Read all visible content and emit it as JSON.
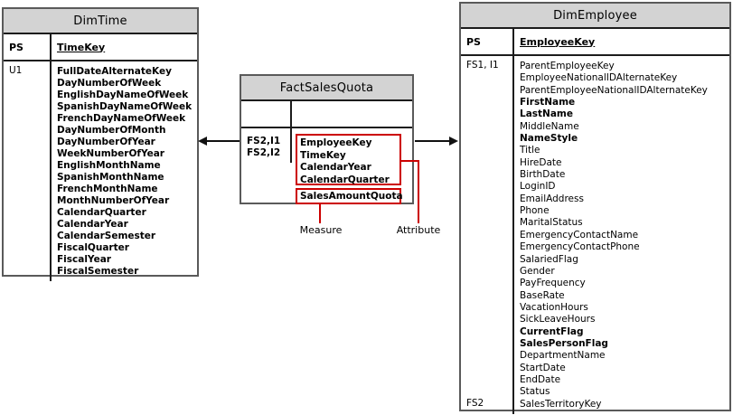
{
  "tables": {
    "dim_time": {
      "title": "DimTime",
      "ps_header": "PS",
      "key_header": "TimeKey",
      "ps_value": "U1",
      "fields": [
        "FullDateAlternateKey",
        "DayNumberOfWeek",
        "EnglishDayNameOfWeek",
        "SpanishDayNameOfWeek",
        "FrenchDayNameOfWeek",
        "DayNumberOfMonth",
        "DayNumberOfYear",
        "WeekNumberOfYear",
        "EnglishMonthName",
        "SpanishMonthName",
        "FrenchMonthName",
        "MonthNumberOfYear",
        "CalendarQuarter",
        "CalendarYear",
        "CalendarSemester",
        "FiscalQuarter",
        "FiscalYear",
        "FiscalSemester"
      ]
    },
    "fact_sales_quota": {
      "title": "FactSalesQuota",
      "ps_values": [
        "FS2,I1",
        "FS2,I2"
      ],
      "attribute_fields": [
        "EmployeeKey",
        "TimeKey",
        "CalendarYear",
        "CalendarQuarter"
      ],
      "measure_fields": [
        "SalesAmountQuota"
      ]
    },
    "dim_employee": {
      "title": "DimEmployee",
      "ps_header": "PS",
      "key_header": "EmployeeKey",
      "ps_value_top": "FS1, I1",
      "ps_value_bottom": "FS2",
      "fields": [
        {
          "text": "ParentEmployeeKey",
          "bold": false
        },
        {
          "text": "EmployeeNationalIDAlternateKey",
          "bold": false
        },
        {
          "text": "ParentEmployeeNationalIDAlternateKey",
          "bold": false
        },
        {
          "text": "FirstName",
          "bold": true
        },
        {
          "text": "LastName",
          "bold": true
        },
        {
          "text": "MiddleName",
          "bold": false
        },
        {
          "text": "NameStyle",
          "bold": true
        },
        {
          "text": "Title",
          "bold": false
        },
        {
          "text": "HireDate",
          "bold": false
        },
        {
          "text": "BirthDate",
          "bold": false
        },
        {
          "text": "LoginID",
          "bold": false
        },
        {
          "text": "EmailAddress",
          "bold": false
        },
        {
          "text": "Phone",
          "bold": false
        },
        {
          "text": "MaritalStatus",
          "bold": false
        },
        {
          "text": "EmergencyContactName",
          "bold": false
        },
        {
          "text": "EmergencyContactPhone",
          "bold": false
        },
        {
          "text": "SalariedFlag",
          "bold": false
        },
        {
          "text": "Gender",
          "bold": false
        },
        {
          "text": "PayFrequency",
          "bold": false
        },
        {
          "text": "BaseRate",
          "bold": false
        },
        {
          "text": "VacationHours",
          "bold": false
        },
        {
          "text": "SickLeaveHours",
          "bold": false
        },
        {
          "text": "CurrentFlag",
          "bold": true
        },
        {
          "text": "SalesPersonFlag",
          "bold": true
        },
        {
          "text": "DepartmentName",
          "bold": false
        },
        {
          "text": "StartDate",
          "bold": false
        },
        {
          "text": "EndDate",
          "bold": false
        },
        {
          "text": "Status",
          "bold": false
        },
        {
          "text": "SalesTerritoryKey",
          "bold": false
        }
      ]
    }
  },
  "annotations": {
    "measure_label": "Measure",
    "attribute_label": "Attribute"
  },
  "colors": {
    "annotation_red": "#cc0000",
    "header_gray": "#d3d3d3",
    "border_dark": "#1c1c1c",
    "text": "#000000"
  }
}
